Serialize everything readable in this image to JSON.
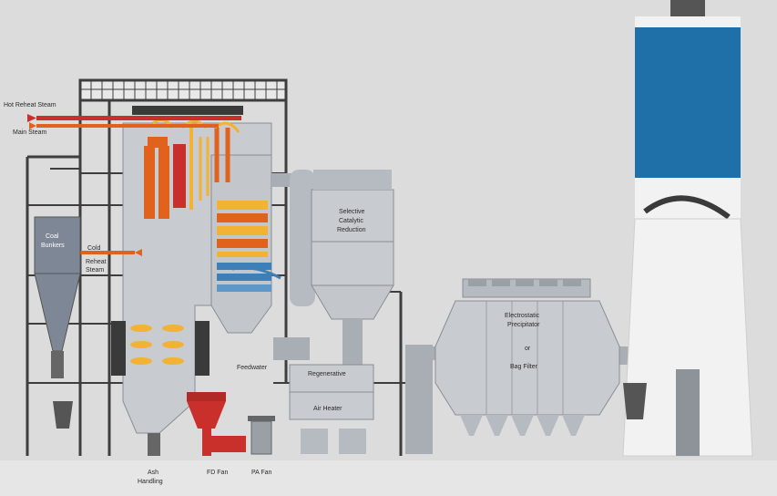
{
  "labels": {
    "hot_reheat_steam": "Hot Reheat Steam",
    "main_steam": "Main Steam",
    "coal_bunkers_1": "Coal",
    "coal_bunkers_2": "Bunkers",
    "cold_reheat_1": "Cold",
    "cold_reheat_2": "Reheat",
    "cold_reheat_3": "Steam",
    "scr_1": "Selective",
    "scr_2": "Catalytic",
    "scr_3": "Reduction",
    "feedwater": "Feedwater",
    "regenerative": "Regenerative",
    "air_heater": "Air Heater",
    "esp_1": "Electrostatic",
    "esp_2": "Precipitator",
    "esp_3": "or",
    "esp_4": "Bag Filter",
    "ash_handling_1": "Ash",
    "ash_handling_2": "Handling",
    "fd_fan": "FD Fan",
    "pa_fan": "PA Fan"
  },
  "colors": {
    "background": "#dcdcdc",
    "steel": "#4a4a4a",
    "equipment_gray": "#c8cbd0",
    "duct_gray": "#a9aeb4",
    "stack_blue": "#1f6fa8",
    "stack_white": "#f2f2f2",
    "hot_orange": "#e0621c",
    "hot_yellow": "#f2b233",
    "cold_blue": "#3f7fb8",
    "fan_red": "#c9302c"
  }
}
